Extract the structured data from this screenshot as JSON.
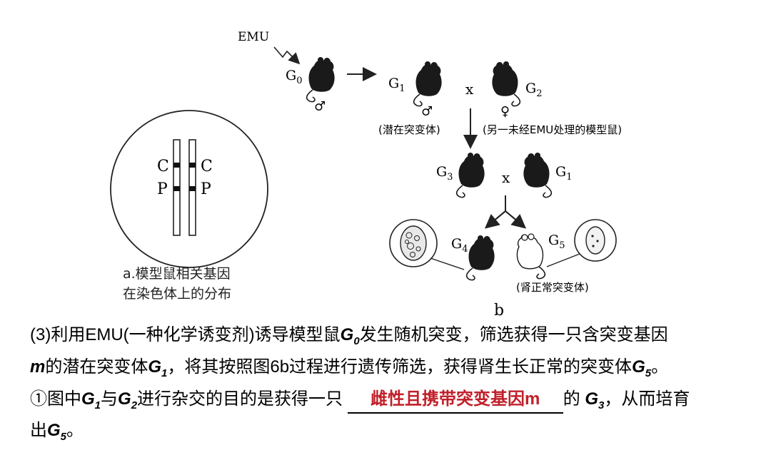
{
  "figure_a": {
    "chrom_labels": {
      "c": "C",
      "p": "P"
    },
    "caption_line1": "a.模型鼠相关基因",
    "caption_line2": "在染色体上的分布"
  },
  "figure_b": {
    "emu_label": "EMU",
    "g0": "G",
    "g0_sub": "0",
    "g1": "G",
    "g1_sub": "1",
    "g2": "G",
    "g2_sub": "2",
    "g3": "G",
    "g3_sub": "3",
    "g4": "G",
    "g4_sub": "4",
    "g5": "G",
    "g5_sub": "5",
    "male": "♂",
    "female": "♀",
    "cross": "x",
    "g1_note": "(潜在突变体)",
    "g2_note": "(另一未经EMU处理的模型鼠)",
    "g5_note": "(肾正常突变体)",
    "label": "b"
  },
  "question": {
    "p1_a": "(3)利用EMU(一种化学诱变剂)诱导模型鼠",
    "g0": "G",
    "g0_sub": "0",
    "p1_b": "发生随机突变，筛选获得一只含突变基因",
    "m": "m",
    "p2_a": "的潜在突变体",
    "g1": "G",
    "g1_sub": "1",
    "p2_b": "，将其按照图6b过程进行遗传筛选，获得肾生长正常的突变体",
    "g5": "G",
    "g5_sub": "5",
    "p2_c": "。",
    "p3_a": "①图中",
    "g1b": "G",
    "g1b_sub": "1",
    "p3_b": "与",
    "g2": "G",
    "g2_sub": "2",
    "p3_c": "进行杂交的目的是获得一只",
    "answer": "雌性且携带突变基因m",
    "p3_d": "的",
    "g3": "G",
    "g3_sub": "3",
    "p3_e": "，从而培育",
    "p4_a": "出",
    "g5b": "G",
    "g5b_sub": "5",
    "p4_b": "。"
  },
  "colors": {
    "answer": "#c0202a",
    "ink": "#111111"
  }
}
